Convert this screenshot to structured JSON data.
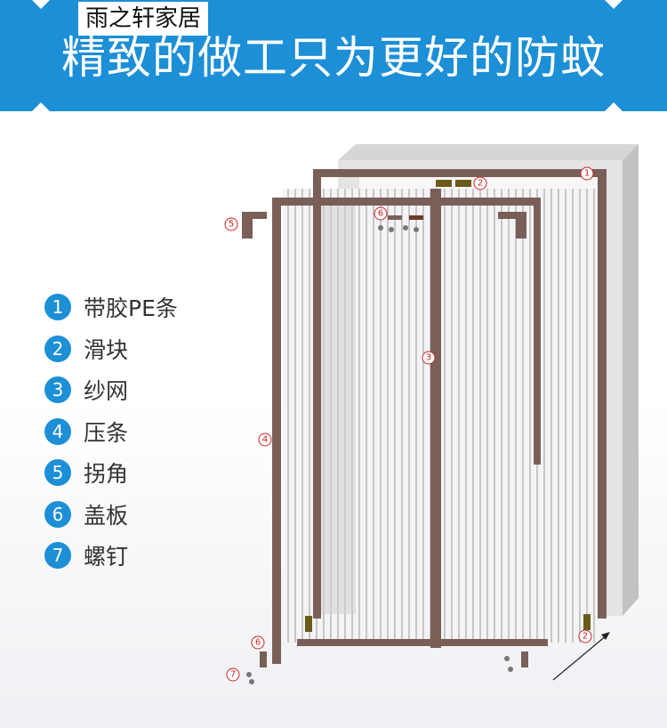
{
  "brand": "雨之轩家居",
  "title": "精致的做工只为更好的防蚊",
  "colors": {
    "banner": "#1c8fd6",
    "frame": "#7a5f58",
    "marker": "#cc2222"
  },
  "legend": [
    {
      "num": "1",
      "label": "带胶PE条"
    },
    {
      "num": "2",
      "label": "滑块"
    },
    {
      "num": "3",
      "label": "纱网"
    },
    {
      "num": "4",
      "label": "压条"
    },
    {
      "num": "5",
      "label": "拐角"
    },
    {
      "num": "6",
      "label": "盖板"
    },
    {
      "num": "7",
      "label": "螺钉"
    }
  ],
  "markers": [
    {
      "num": "1"
    },
    {
      "num": "2"
    },
    {
      "num": "2"
    },
    {
      "num": "3"
    },
    {
      "num": "4"
    },
    {
      "num": "5"
    },
    {
      "num": "6"
    },
    {
      "num": "6"
    },
    {
      "num": "7"
    }
  ]
}
